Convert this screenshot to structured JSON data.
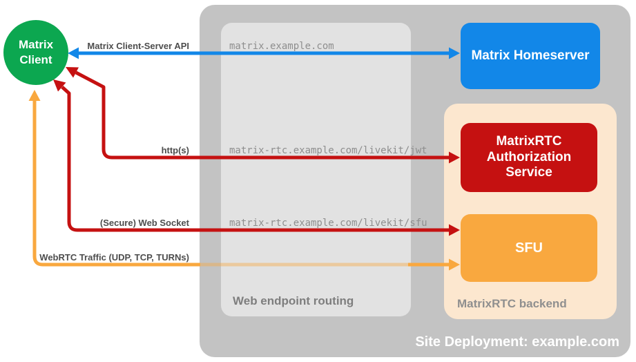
{
  "colors": {
    "green": "#0CA750",
    "blue": "#1287E8",
    "red": "#C51111",
    "orange": "#F9A83F",
    "peach": "#FCE7CF",
    "site_gray": "#C3C3C3",
    "routing_gray": "#E2E2E2",
    "arrow_label": "#4D4D4D",
    "url_text": "#8E8E8E",
    "routing_label": "#7E7E7E",
    "backend_label": "#8F8F8F",
    "white": "#FFFFFF"
  },
  "client": {
    "label": "Matrix\nClient"
  },
  "nodes": {
    "homeserver": {
      "label": "Matrix Homeserver"
    },
    "auth_service": {
      "label": "MatrixRTC Authorization Service"
    },
    "sfu": {
      "label": "SFU"
    }
  },
  "containers": {
    "site": {
      "label": "Site Deployment: example.com"
    },
    "routing": {
      "label": "Web endpoint routing"
    },
    "backend": {
      "label": "MatrixRTC backend"
    }
  },
  "connections": [
    {
      "id": "client-server-api",
      "label": "Matrix Client-Server API",
      "url": "matrix.example.com",
      "color": "blue",
      "from": "Matrix Client",
      "to": "Matrix Homeserver",
      "bidirectional": true
    },
    {
      "id": "https",
      "label": "http(s)",
      "url": "matrix-rtc.example.com/livekit/jwt",
      "color": "red",
      "from": "Matrix Client",
      "to": "MatrixRTC Authorization Service",
      "bidirectional": true
    },
    {
      "id": "websocket",
      "label": "(Secure) Web Socket",
      "url": "matrix-rtc.example.com/livekit/sfu",
      "color": "red",
      "from": "Matrix Client",
      "to": "SFU",
      "bidirectional": true
    },
    {
      "id": "webrtc-traffic",
      "label": "WebRTC Traffic (UDP, TCP, TURNs)",
      "url": "",
      "color": "orange",
      "from": "Matrix Client",
      "to": "SFU",
      "bidirectional": true
    }
  ]
}
